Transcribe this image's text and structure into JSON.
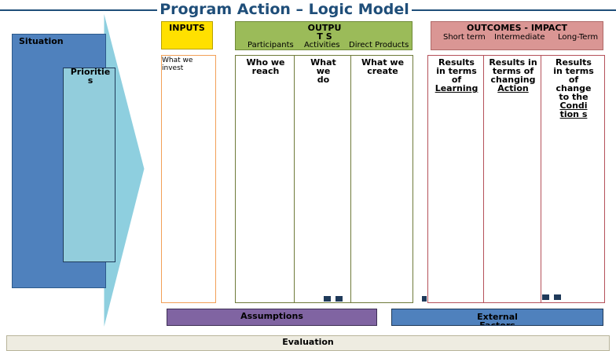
{
  "title": "Program Action – Logic Model",
  "situation": {
    "label": "Situation"
  },
  "priorities": {
    "label": "Prioritie s"
  },
  "inputs": {
    "header": "INPUTS",
    "body": "What we invest"
  },
  "outputs": {
    "header": "OUTPUT S",
    "sub": [
      "Participants",
      "Activities",
      "Direct Products"
    ],
    "columns": [
      {
        "lines": [
          "Who we",
          "reach"
        ]
      },
      {
        "lines": [
          "What",
          "we",
          "do"
        ]
      },
      {
        "lines": [
          "What we",
          "create"
        ]
      }
    ]
  },
  "outcomes": {
    "header": "OUTCOMES - IMPACT",
    "sub": [
      "Short term",
      "Intermediate",
      "Long-Term"
    ],
    "columns": [
      {
        "lines": [
          "Results",
          "in terms",
          "of"
        ],
        "underlined": "Learning"
      },
      {
        "lines": [
          "Results in",
          "terms of",
          "changing"
        ],
        "underlined": "Action"
      },
      {
        "lines": [
          "Results",
          "in terms",
          "of",
          "change",
          "to the"
        ],
        "underlined": "Condition s"
      }
    ]
  },
  "assumptions": {
    "label": "Assumptions"
  },
  "external": {
    "label": "External Factors"
  },
  "evaluation": {
    "label": "Evaluation"
  },
  "colors": {
    "title": "#1f4e79",
    "situation": "#4f81bd",
    "priorities": "#92cddc",
    "arrow": "#8ecfdf",
    "inputs": "#ffe000",
    "outputs": "#9bbb59",
    "outcomes": "#da9694",
    "assumptions": "#8064a2",
    "external": "#4f81bd",
    "evaluation": "#eeece1"
  }
}
